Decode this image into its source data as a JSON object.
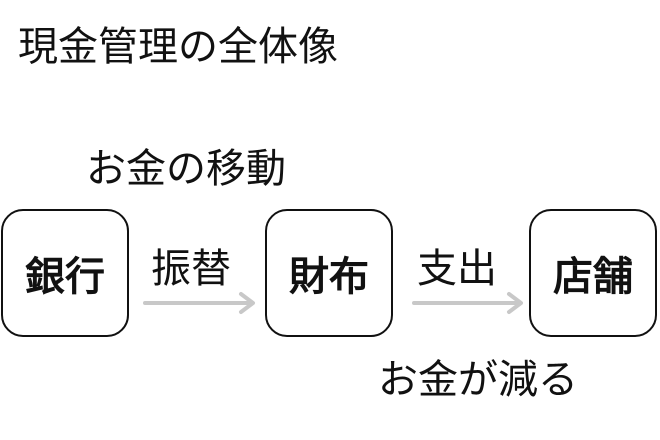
{
  "title": "現金管理の全体像",
  "top_caption": "お金の移動",
  "bottom_caption": "お金が減る",
  "nodes": [
    {
      "label": "銀行"
    },
    {
      "label": "財布"
    },
    {
      "label": "店舗"
    }
  ],
  "edges": [
    {
      "label": "振替",
      "from": "銀行",
      "to": "財布"
    },
    {
      "label": "支出",
      "from": "財布",
      "to": "店舗"
    }
  ],
  "colors": {
    "text": "#111111",
    "arrow": "#c8c8c8",
    "node_border": "#111111",
    "background": "#ffffff"
  }
}
